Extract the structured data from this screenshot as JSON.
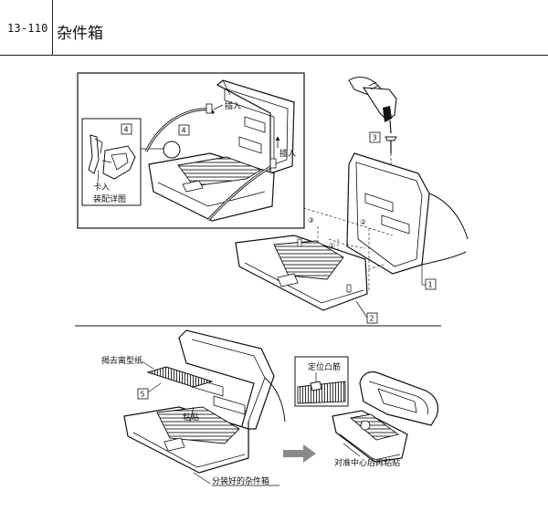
{
  "header": {
    "page_id": "13-110",
    "title": "杂件箱"
  },
  "inset_detail": {
    "part_number": "4",
    "clip_label": "卡入",
    "caption": "装配详图"
  },
  "top_left_box": {
    "part_number": "4",
    "insert_label_top": "插入",
    "insert_label_right": "插入"
  },
  "exploded": {
    "screw_part": "3",
    "side_panel_part": "1",
    "tray_part": "2",
    "circled_steps": [
      "③",
      "①",
      "②",
      "②"
    ]
  },
  "bottom_left": {
    "peel_label": "揭去离型纸",
    "liner_part": "5",
    "stick_label": "粘贴",
    "assembled_label": "分装好的杂件箱"
  },
  "bottom_right": {
    "rib_label": "定位凸筋",
    "align_label": "对准中心后再粘贴"
  }
}
